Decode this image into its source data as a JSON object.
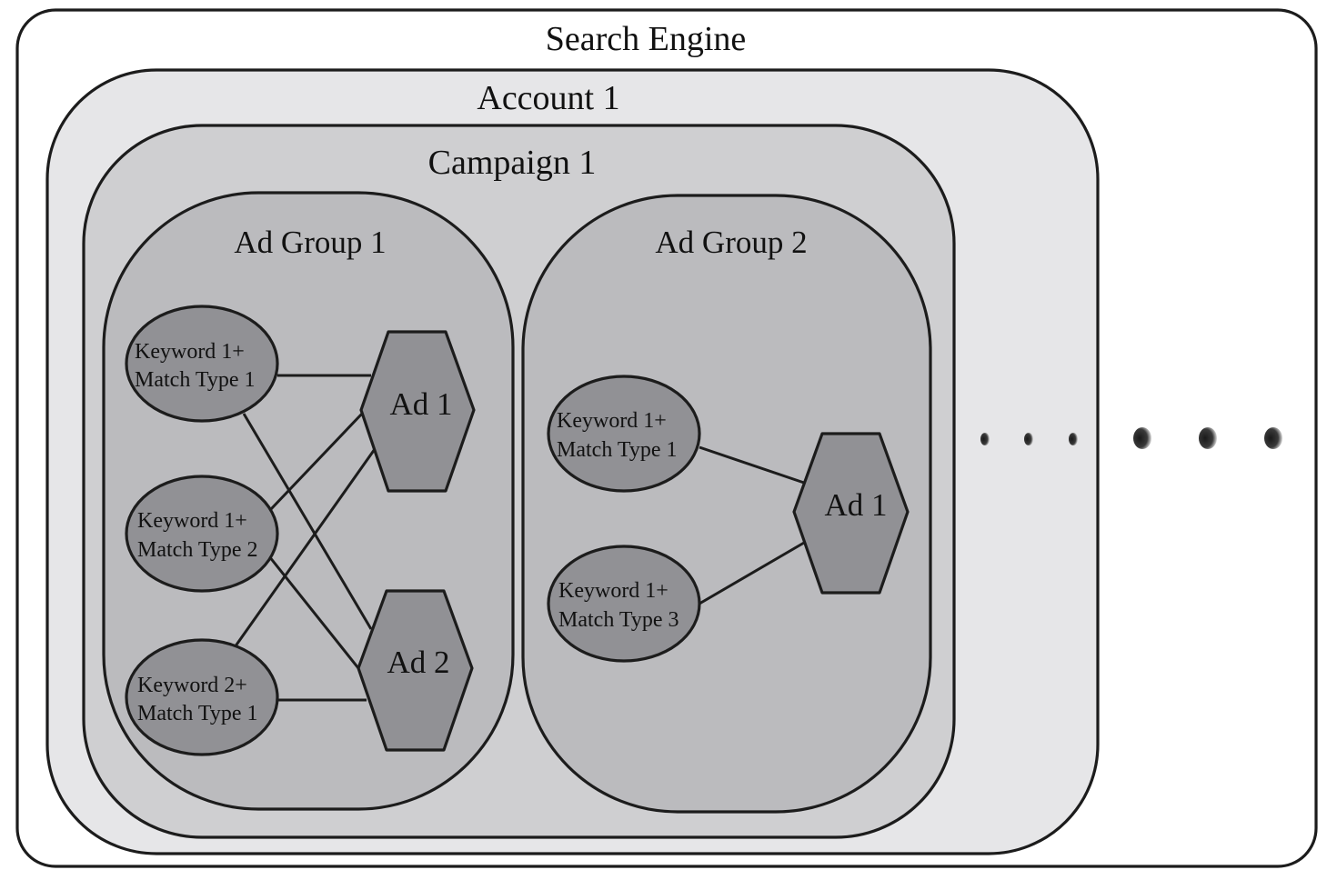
{
  "containers": {
    "search_engine": "Search Engine",
    "account": "Account 1",
    "campaign": "Campaign 1",
    "ad_group_1": "Ad Group 1",
    "ad_group_2": "Ad Group 2"
  },
  "ad_group_1": {
    "keywords": [
      {
        "line1": "Keyword 1+",
        "line2": "Match Type 1"
      },
      {
        "line1": "Keyword 1+",
        "line2": "Match Type 2"
      },
      {
        "line1": "Keyword 2+",
        "line2": "Match Type 1"
      }
    ],
    "ads": [
      "Ad 1",
      "Ad 2"
    ]
  },
  "ad_group_2": {
    "keywords": [
      {
        "line1": "Keyword 1+",
        "line2": "Match Type 1"
      },
      {
        "line1": "Keyword 1+",
        "line2": "Match Type 3"
      }
    ],
    "ads": [
      "Ad 1"
    ]
  },
  "colors": {
    "search_engine_fill": "#ffffff",
    "account_fill": "#e6e6e8",
    "campaign_fill": "#cfcfd1",
    "ad_group_fill": "#bbbbbe",
    "node_fill": "#919195",
    "stroke": "#1c1c1c"
  }
}
